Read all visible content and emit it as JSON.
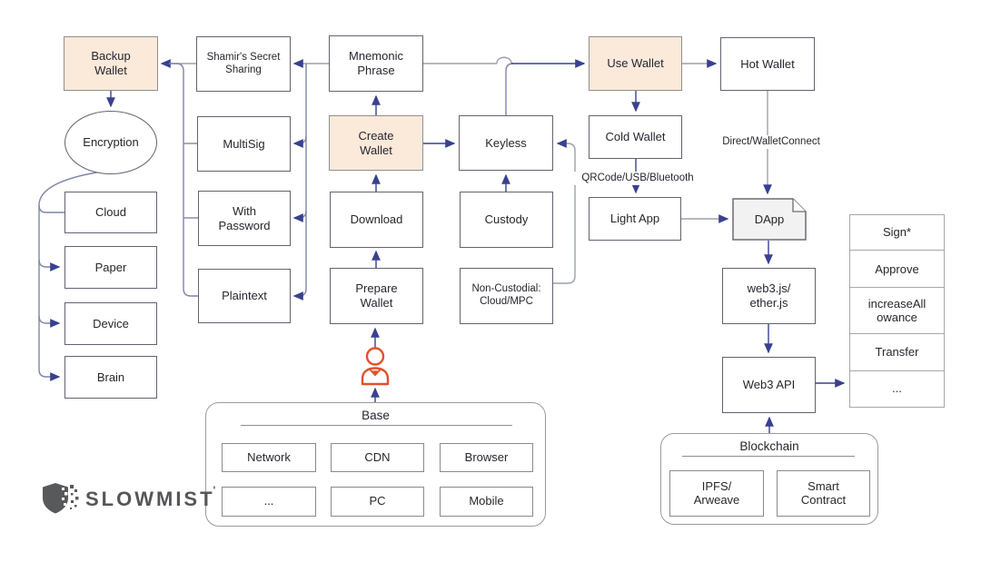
{
  "nodes": {
    "backup_wallet": "Backup\nWallet",
    "shamir": "Shamir's Secret\nSharing",
    "mnemonic": "Mnemonic\nPhrase",
    "use_wallet": "Use Wallet",
    "hot_wallet": "Hot Wallet",
    "encryption": "Encryption",
    "multisig": "MultiSig",
    "create_wallet": "Create\nWallet",
    "keyless": "Keyless",
    "cold_wallet": "Cold Wallet",
    "cloud": "Cloud",
    "with_password": "With\nPassword",
    "download": "Download",
    "custody": "Custody",
    "light_app": "Light App",
    "dapp": "DApp",
    "paper": "Paper",
    "plaintext": "Plaintext",
    "prepare_wallet": "Prepare\nWallet",
    "non_custodial": "Non-Custodial:\nCloud/MPC",
    "web3_js": "web3.js/\nether.js",
    "device": "Device",
    "web3_api": "Web3 API",
    "brain": "Brain"
  },
  "edge_labels": {
    "qr_usb": "QRCode/USB/Bluetooth",
    "direct": "Direct/WalletConnect"
  },
  "base": {
    "title": "Base",
    "items": [
      "Network",
      "CDN",
      "Browser",
      "...",
      "PC",
      "Mobile"
    ]
  },
  "blockchain": {
    "title": "Blockchain",
    "items": [
      "IPFS/\nArweave",
      "Smart\nContract"
    ]
  },
  "api_list": [
    "Sign*",
    "Approve",
    "increaseAll\nowance",
    "Transfer",
    "..."
  ],
  "logo": {
    "brand": "SLOWMIST",
    "mark": "'"
  },
  "colors": {
    "highlight_fill": "#fbe9da",
    "arrow_navy": "#39418f",
    "line_gray": "#9ba1ac",
    "dapp_fill": "#f2f2f2",
    "person_orange": "#e2502a",
    "logo_gray": "#58595b"
  }
}
